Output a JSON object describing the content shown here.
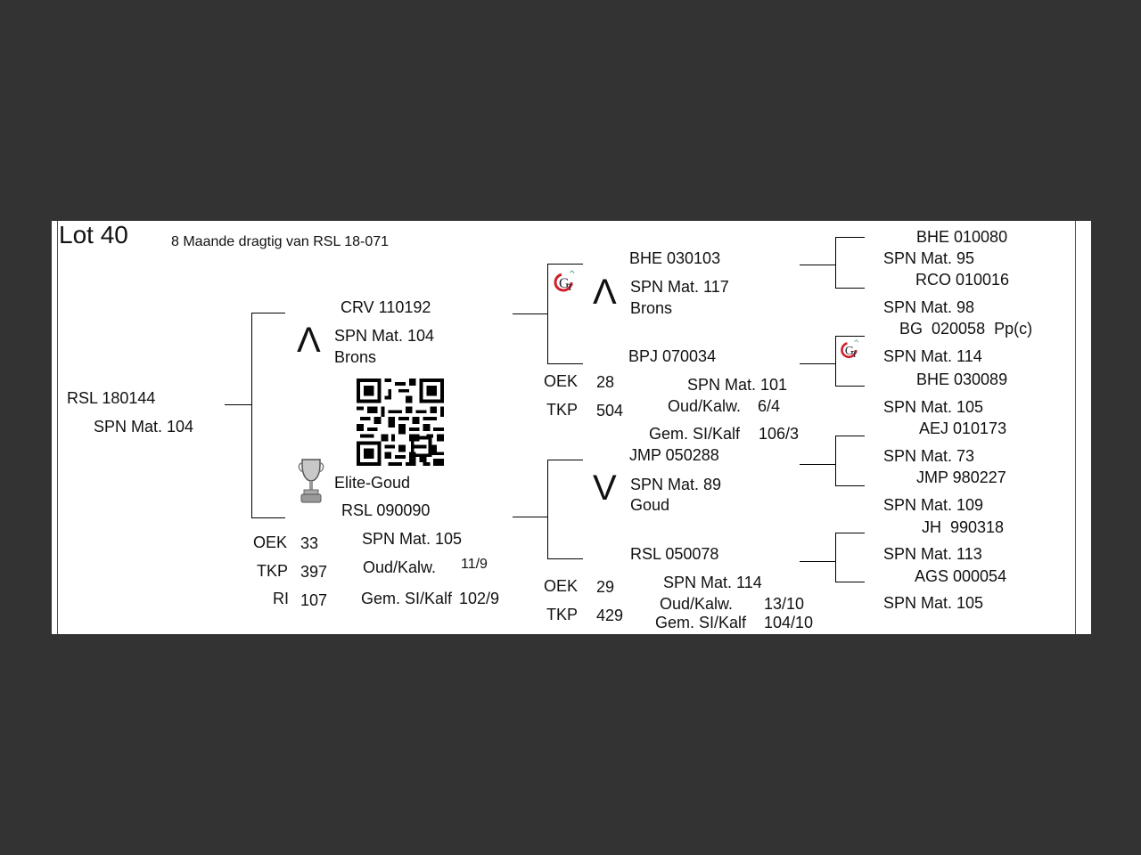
{
  "header": {
    "lot": "Lot 40",
    "note": "8 Maande dragtig van RSL 18-071"
  },
  "subject": {
    "id": "RSL 180144",
    "mat": "SPN Mat. 104"
  },
  "sire": {
    "id": "CRV 110192",
    "mat": "SPN Mat. 104",
    "grade": "Brons",
    "symbol": "Λ"
  },
  "dam": {
    "award": "Elite-Goud",
    "id": "RSL 090090",
    "mat": "SPN Mat. 105",
    "stats": [
      {
        "label": "OEK",
        "value": "33"
      },
      {
        "label": "TKP",
        "value": "397"
      },
      {
        "label": "RI",
        "value": "107"
      }
    ],
    "oud_label": "Oud/Kalw.",
    "oud_value": "11/9",
    "gem_label": "Gem. SI/Kalf",
    "gem_value": "102/9"
  },
  "sire_sire": {
    "id": "BHE 030103",
    "mat": "SPN Mat. 117",
    "grade": "Brons",
    "symbol": "Λ"
  },
  "sire_dam": {
    "id": "BPJ 070034",
    "mat": "SPN Mat. 101",
    "stats": [
      {
        "label": "OEK",
        "value": "28"
      },
      {
        "label": "TKP",
        "value": "504"
      }
    ],
    "oud_label": "Oud/Kalw.",
    "oud_value": "6/4",
    "gem_label": "Gem. SI/Kalf",
    "gem_value": "106/3"
  },
  "dam_sire": {
    "id": "JMP 050288",
    "mat": "SPN Mat. 89",
    "grade": "Goud",
    "symbol": "V"
  },
  "dam_dam": {
    "id": "RSL 050078",
    "mat": "SPN Mat. 114",
    "stats": [
      {
        "label": "OEK",
        "value": "29"
      },
      {
        "label": "TKP",
        "value": "429"
      }
    ],
    "oud_label": "Oud/Kalw.",
    "oud_value": "13/10",
    "gem_label": "Gem. SI/Kalf",
    "gem_value": "104/10"
  },
  "gen3": [
    {
      "id": "BHE 010080",
      "mat": "SPN Mat. 95"
    },
    {
      "id": "RCO 010016",
      "mat": "SPN Mat. 98"
    },
    {
      "id": "BG  020058  Pp(c)",
      "mat": "SPN Mat. 114"
    },
    {
      "id": "BHE 030089",
      "mat": "SPN Mat. 105"
    },
    {
      "id": "AEJ 010173",
      "mat": "SPN Mat. 73"
    },
    {
      "id": "JMP 980227",
      "mat": "SPN Mat. 109"
    },
    {
      "id": "JH  990318",
      "mat": "SPN Mat. 113"
    },
    {
      "id": "AGS 000054",
      "mat": "SPN Mat. 105"
    }
  ],
  "logos": {
    "gt_text": "GT",
    "accent": "#d0202a"
  }
}
